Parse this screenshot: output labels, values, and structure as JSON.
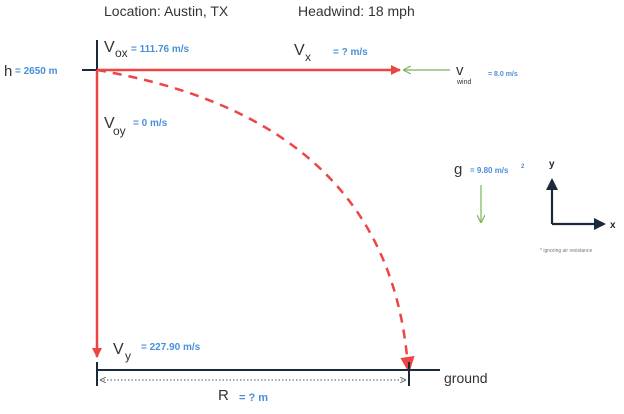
{
  "header": {
    "location": "Location: Austin, TX",
    "headwind": "Headwind: 18 mph"
  },
  "labels": {
    "h_symbol": "h",
    "h_value": "= 2650 m",
    "vox_main": "V",
    "vox_sub": "ox",
    "vox_value": "= 111.76 m/s",
    "vx_main": "V",
    "vx_sub": "x",
    "vx_value": "= ? m/s",
    "vwind_main": "v",
    "vwind_sub": "wind",
    "vwind_value": "= 8.0 m/s",
    "voy_main": "V",
    "voy_sub": "oy",
    "voy_value": "= 0 m/s",
    "g_symbol": "g",
    "g_value": "= 9.80 m/s",
    "g_exp": "2",
    "axis_y": "y",
    "axis_x": "x",
    "note": "* ignoring air resistance",
    "vy_main": "V",
    "vy_sub": "y",
    "vy_value": "= 227.90 m/s",
    "r_symbol": "R",
    "r_value": "= ? m",
    "ground": "ground"
  },
  "colors": {
    "red": "#ee4444",
    "blue": "#4a90d9",
    "green": "#7bb35a",
    "dark": "#1a2a3a",
    "text": "#333333"
  }
}
